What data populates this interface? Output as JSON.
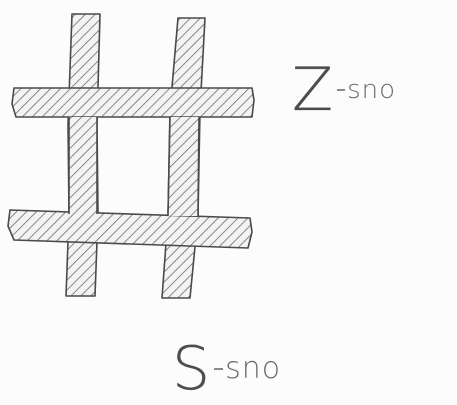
{
  "diagram": {
    "labels": {
      "z_twist": {
        "letter": "Z",
        "word": "sno"
      },
      "s_twist": {
        "letter": "S",
        "word": "sno"
      }
    }
  }
}
